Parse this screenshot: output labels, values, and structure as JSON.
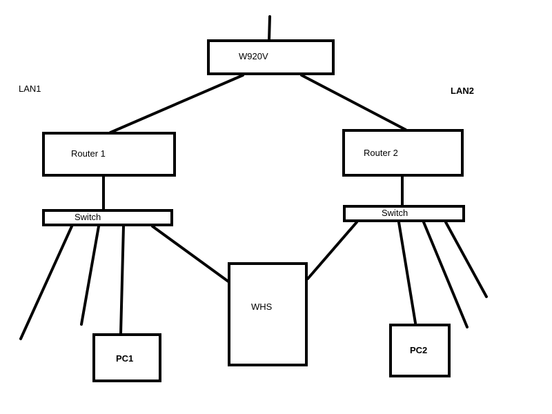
{
  "nodes": {
    "modem": "W920V",
    "router1": "Router 1",
    "router2": "Router 2",
    "switch1": "Switch",
    "switch2": "Switch",
    "whs": "WHS",
    "pc1": "PC1",
    "pc2": "PC2"
  },
  "groups": {
    "lan1": "LAN1",
    "lan2": "LAN2"
  },
  "colors": {
    "line": "#000000",
    "background": "#ffffff"
  }
}
